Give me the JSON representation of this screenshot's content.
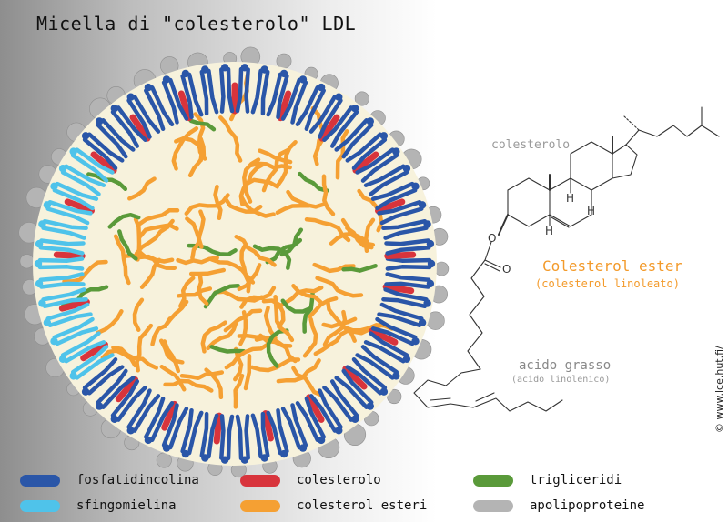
{
  "title": "Micella di \"colesterolo\" LDL",
  "structure": {
    "cholesterol_label": "colesterolo",
    "ester_label": "Colesterol ester",
    "ester_sublabel": "(colesterol linoleato)",
    "fatty_acid_label": "acido grasso",
    "fatty_acid_sublabel": "(acido linolenico)",
    "atom_o_ester": "O",
    "atom_o_carbonyl": "O",
    "atom_h1": "H",
    "atom_h2": "H",
    "atom_h3": "H"
  },
  "credit": "© www.lce.hut.fi/",
  "legend": [
    {
      "label": "fosfatidincolina",
      "color": "#2a56a8"
    },
    {
      "label": "colesterolo",
      "color": "#d8343c"
    },
    {
      "label": "trigliceridi",
      "color": "#5a9a3a"
    },
    {
      "label": "sfingomielina",
      "color": "#4fc3ea"
    },
    {
      "label": "colesterol esteri",
      "color": "#f5a033"
    },
    {
      "label": "apolipoproteine",
      "color": "#b4b4b4"
    }
  ],
  "colors": {
    "phosphatidylcholine": "#2a56a8",
    "sphingomyelin": "#4fc3ea",
    "cholesterol": "#d8343c",
    "cholesterol_esters": "#f5a033",
    "triglycerides": "#5a9a3a",
    "apolipoproteins": "#b4b4b4",
    "core": "#f7f2dc"
  }
}
